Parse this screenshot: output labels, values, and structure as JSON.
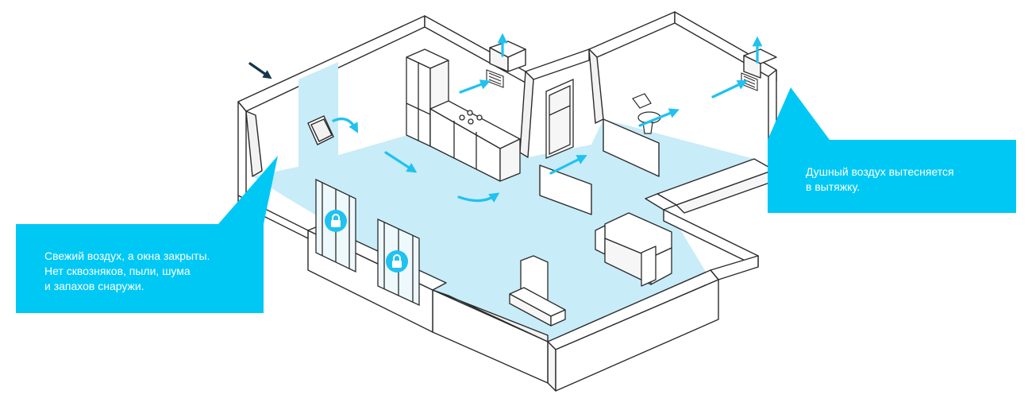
{
  "callouts": {
    "fresh_air": {
      "lines": [
        "Свежий воздух, а окна закрыты.",
        "Нет сквозняков, пыли, шума",
        "и запахов снаружи."
      ]
    },
    "stale_air": {
      "lines": [
        "Душный воздух вытесняется",
        "в вытяжку."
      ]
    }
  },
  "colors": {
    "callout": "#00c8f5",
    "floor": "#c8ecf8",
    "airflow_arrow": "#1fc2f0",
    "intake_arrow": "#15364a",
    "outline": "#2b2b2b",
    "lock_badge": "#1fc2f0"
  },
  "icons": [
    "lock-icon",
    "lock-icon",
    "exhaust-arrow-icon",
    "intake-arrow-icon"
  ]
}
